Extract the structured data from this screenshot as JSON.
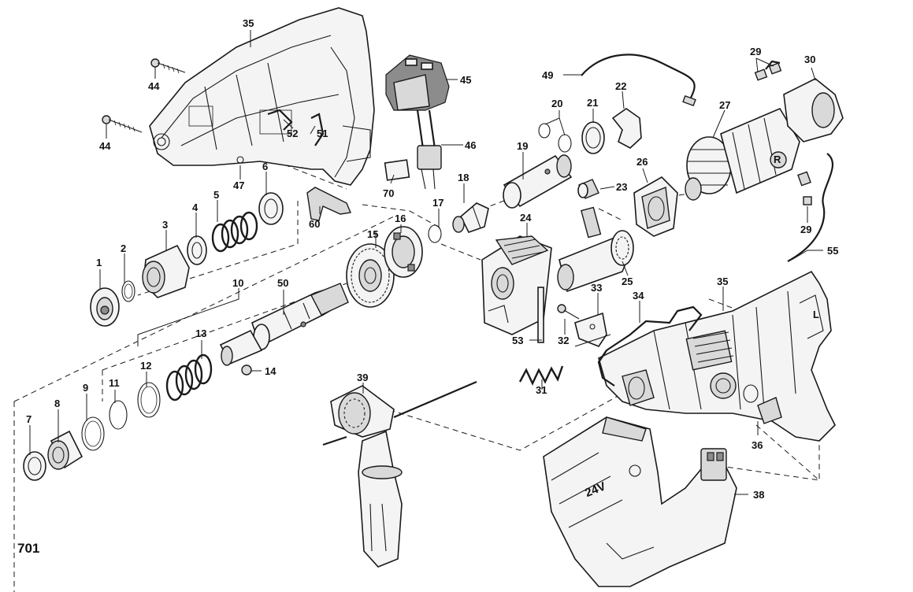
{
  "diagram": {
    "figure_number": "701",
    "battery_voltage_label": "24V",
    "motor_marking": "R",
    "switch_marking": "L",
    "part_numbers": {
      "p1": "1",
      "p2": "2",
      "p3": "3",
      "p4": "4",
      "p5": "5",
      "p6": "6",
      "p7": "7",
      "p8": "8",
      "p9": "9",
      "p10": "10",
      "p11": "11",
      "p12": "12",
      "p13": "13",
      "p14": "14",
      "p15": "15",
      "p16": "16",
      "p17": "17",
      "p18": "18",
      "p19": "19",
      "p20": "20",
      "p21": "21",
      "p22": "22",
      "p23": "23",
      "p24": "24",
      "p25": "25",
      "p26": "26",
      "p27": "27",
      "p29a": "29",
      "p29b": "29",
      "p30": "30",
      "p31": "31",
      "p32": "32",
      "p33": "33",
      "p34": "34",
      "p35a": "35",
      "p35b": "35",
      "p36": "36",
      "p38": "38",
      "p39": "39",
      "p44a": "44",
      "p44b": "44",
      "p45": "45",
      "p46": "46",
      "p47": "47",
      "p49": "49",
      "p50": "50",
      "p51": "51",
      "p52": "52",
      "p53": "53",
      "p55": "55",
      "p60": "60",
      "p70": "70"
    }
  }
}
